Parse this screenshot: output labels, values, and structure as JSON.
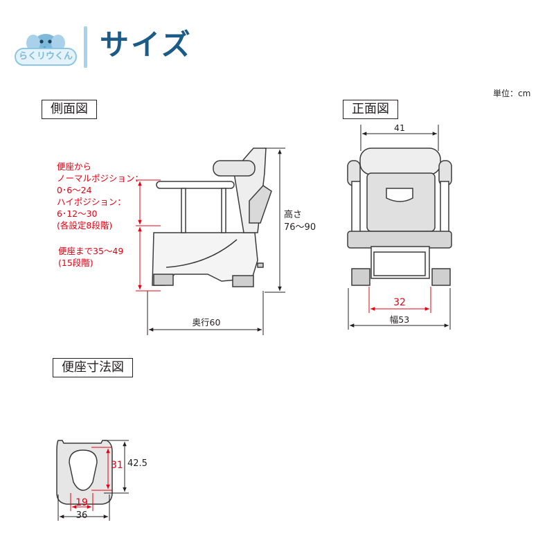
{
  "header": {
    "logo_text": "らくリウくん",
    "title": "サイズ"
  },
  "unit_label": "単位：cm",
  "side_view": {
    "label": "側面図",
    "seat_height_note": [
      "便座から",
      "ノーマルポジション：",
      "0･6～24",
      "ハイポジション：",
      "6･12～30",
      "(各設定8段階)"
    ],
    "floor_to_seat_note": [
      "便座まで35～49",
      "(15段階)"
    ],
    "height_label": "高さ",
    "height_value": "76～90",
    "depth_label": "奥行60"
  },
  "front_view": {
    "label": "正面図",
    "inner_width_top": "41",
    "inner_width_bottom": "32",
    "width_label": "幅53"
  },
  "seat_dimensions": {
    "label": "便座寸法図",
    "opening_length": "31",
    "seat_length": "42.5",
    "opening_width": "19",
    "seat_width": "36"
  },
  "colors": {
    "title": "#1c5b86",
    "accent_red": "#e60012",
    "divider": "#a6d4ee",
    "line": "#231f20"
  }
}
